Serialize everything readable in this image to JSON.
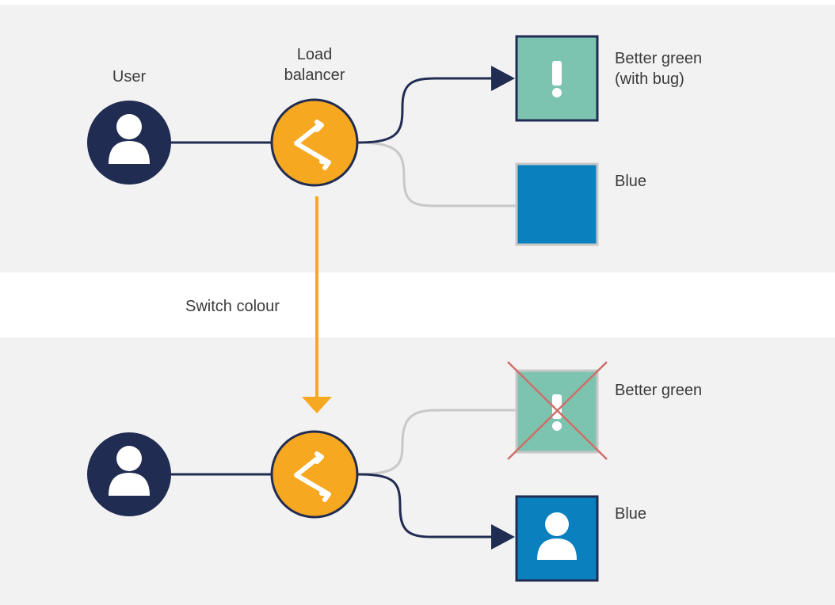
{
  "labels": {
    "user": "User",
    "load_balancer": "Load\nbalancer",
    "switch_colour": "Switch colour",
    "top_green": "Better green\n(with bug)",
    "top_blue": "Blue",
    "bottom_green": "Better green",
    "bottom_blue": "Blue"
  },
  "colors": {
    "panel_bg": "#f2f2f2",
    "navy": "#212c52",
    "orange": "#f6a821",
    "green": "#7dc4b0",
    "blue": "#0a80bf",
    "grey_line": "#c8c8c8",
    "cross_red": "#cd6e68"
  },
  "icons": {
    "user_icon": "user-icon",
    "load_balancer_icon": "load-balancer-icon",
    "warning_icon": "exclamation-icon",
    "cross_icon": "cross-icon"
  }
}
